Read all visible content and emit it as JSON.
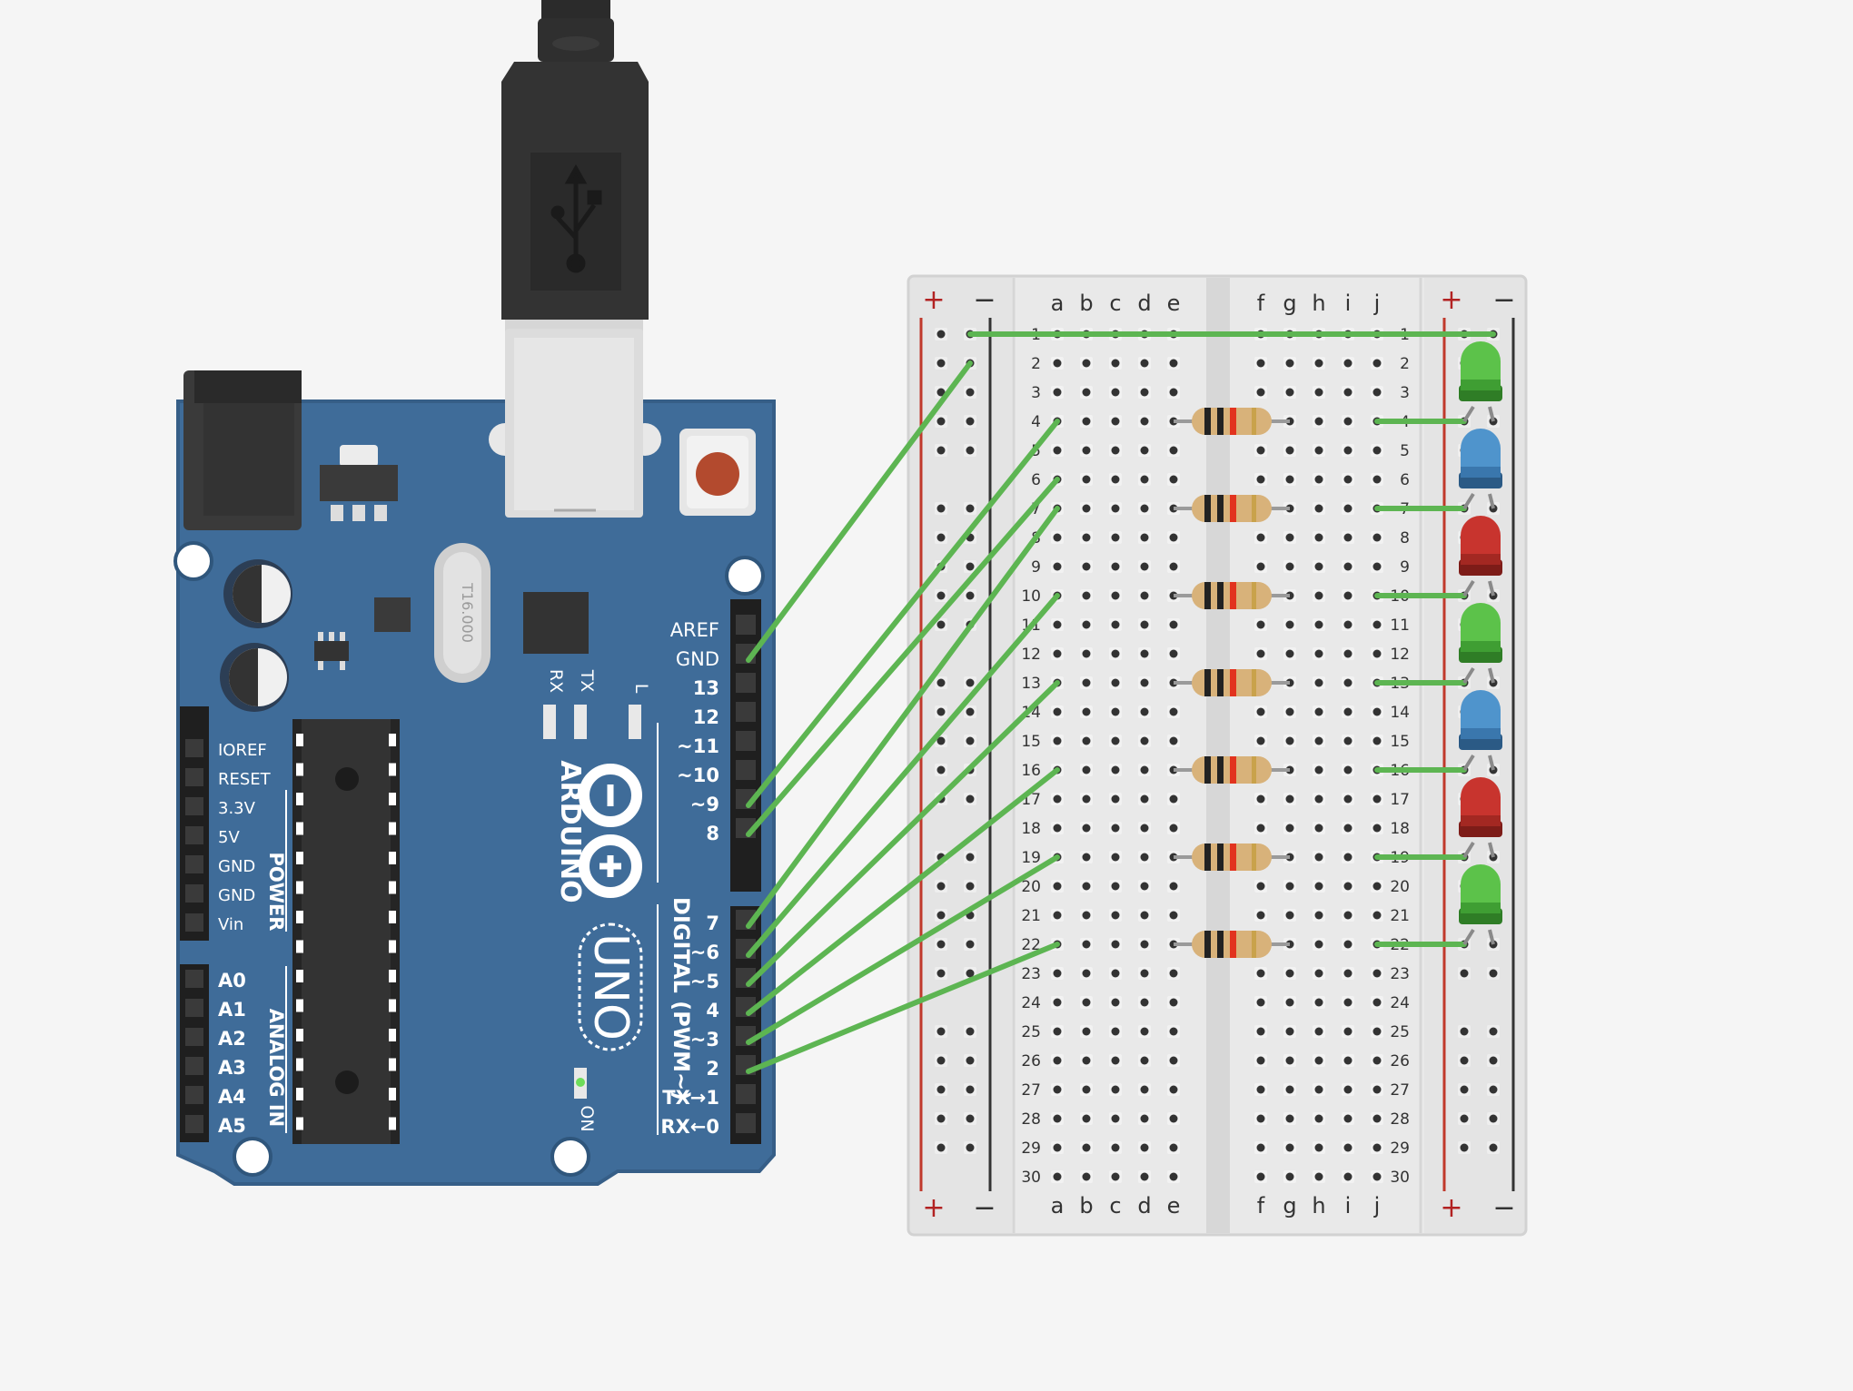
{
  "arduino": {
    "brand": "ARDUINO",
    "model": "UNO",
    "crystal": "T16.000",
    "power_header": [
      "IOREF",
      "RESET",
      "3.3V",
      "5V",
      "GND",
      "GND",
      "Vin"
    ],
    "power_title": "POWER",
    "analog_header": [
      "A0",
      "A1",
      "A2",
      "A3",
      "A4",
      "A5"
    ],
    "analog_title": "ANALOG IN",
    "digital_upper": [
      "AREF",
      "GND",
      "13",
      "12",
      "~11",
      "~10",
      "~9",
      "8"
    ],
    "digital_lower": [
      "7",
      "~6",
      "~5",
      "4",
      "~3",
      "2",
      "TX→1",
      "RX←0"
    ],
    "digital_title": "DIGITAL (PWM~)",
    "led_labels": {
      "rx": "RX",
      "tx": "TX",
      "l": "L",
      "on": "ON"
    },
    "board_color": "#3f6c99"
  },
  "breadboard": {
    "rows": 30,
    "columns_left": [
      "a",
      "b",
      "c",
      "d",
      "e"
    ],
    "columns_right": [
      "f",
      "g",
      "h",
      "i",
      "j"
    ],
    "rail_plus": "+",
    "rail_minus": "−",
    "rail_plus_color": "#b22222"
  },
  "components": {
    "resistor_rows": [
      4,
      7,
      10,
      13,
      16,
      19,
      22
    ],
    "leds": [
      {
        "color": "green",
        "hex": "#5cc24a"
      },
      {
        "color": "blue",
        "hex": "#4f94cc"
      },
      {
        "color": "red",
        "hex": "#c8342e"
      },
      {
        "color": "green",
        "hex": "#5cc24a"
      },
      {
        "color": "blue",
        "hex": "#4f94cc"
      },
      {
        "color": "red",
        "hex": "#c8342e"
      },
      {
        "color": "green",
        "hex": "#5cc24a"
      }
    ],
    "wire_color": "#5db552",
    "wires_to_breadboard": [
      {
        "from_pin": "GND",
        "to": "rail-minus row 2"
      },
      {
        "from_pin": "~9",
        "to": "a4"
      },
      {
        "from_pin": "8",
        "to": "a6"
      },
      {
        "from_pin": "7",
        "to": "a7"
      },
      {
        "from_pin": "~6",
        "to": "a10"
      },
      {
        "from_pin": "~5",
        "to": "a13"
      },
      {
        "from_pin": "4",
        "to": "a16"
      },
      {
        "from_pin": "~3",
        "to": "a19"
      },
      {
        "from_pin": "2",
        "to": "a22"
      }
    ]
  }
}
